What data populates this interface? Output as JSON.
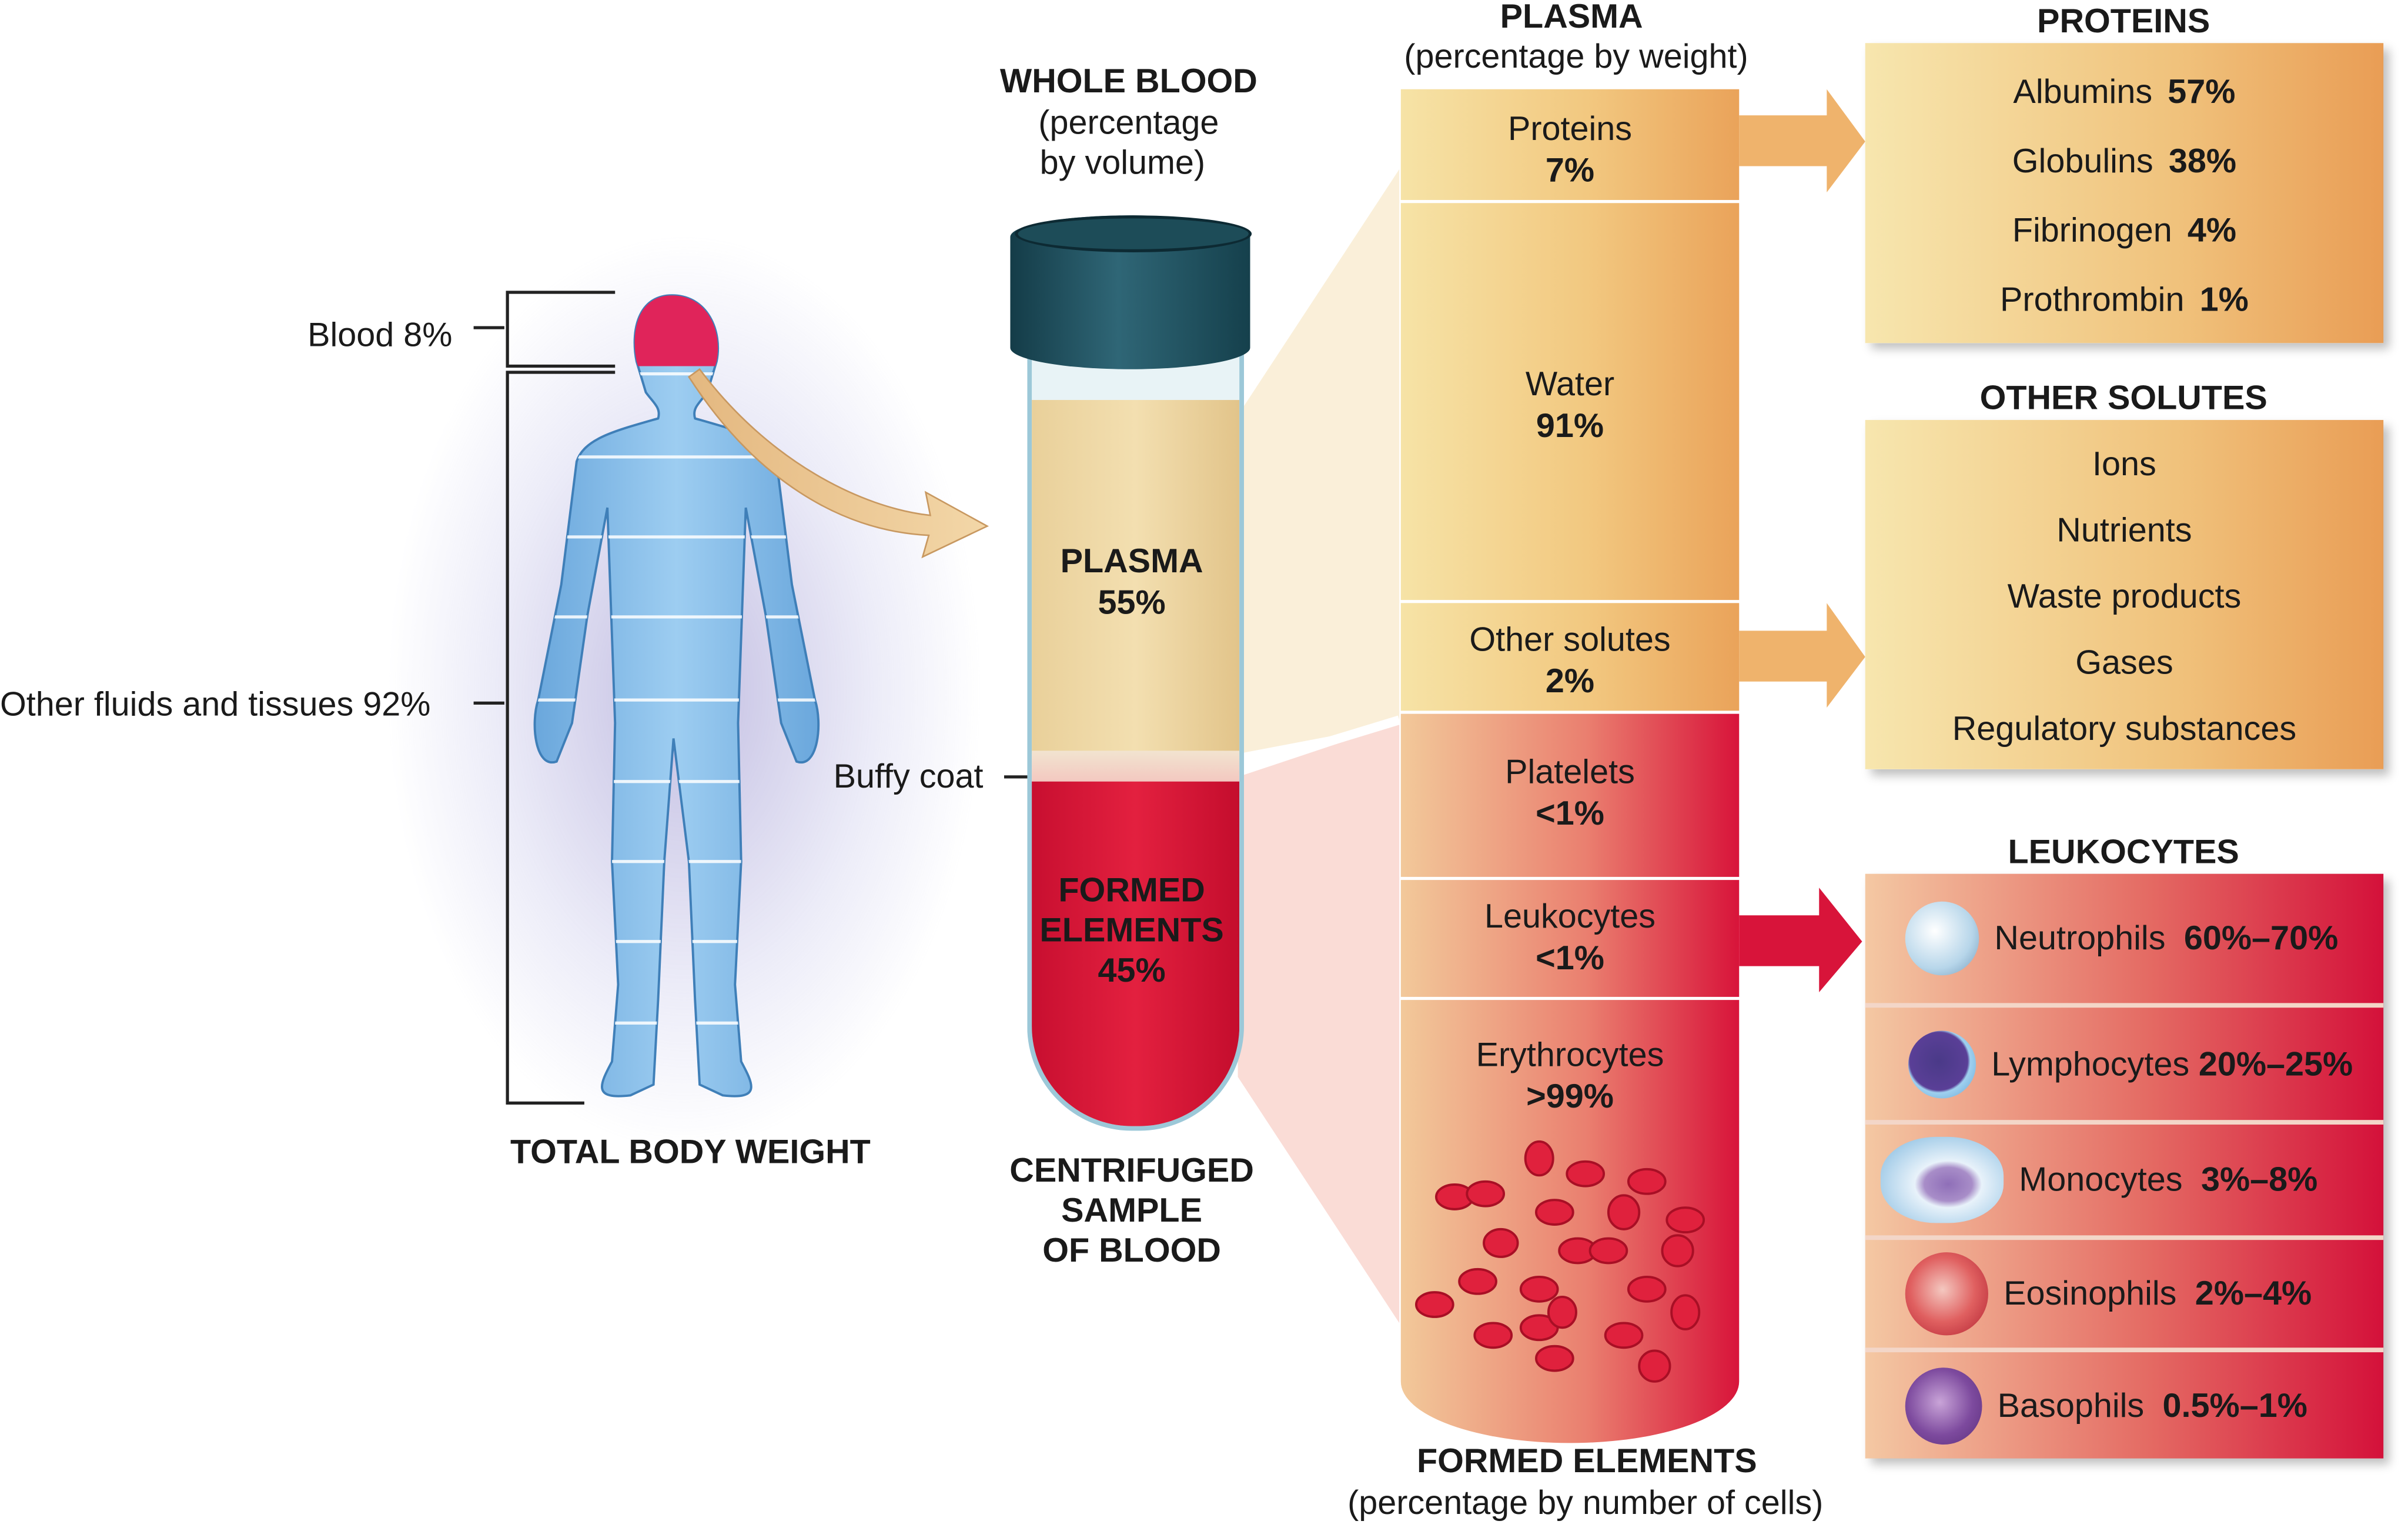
{
  "body": {
    "blood_label": "Blood 8%",
    "other_label": "Other fluids and tissues 92%",
    "title": "TOTAL BODY WEIGHT"
  },
  "tube": {
    "title": "WHOLE BLOOD",
    "subtitle_1": "(percentage",
    "subtitle_2": "by volume)",
    "plasma_label": "PLASMA",
    "plasma_value": "55%",
    "buffy_label": "Buffy coat",
    "formed_label_1": "FORMED",
    "formed_label_2": "ELEMENTS",
    "formed_value": "45%",
    "caption_1": "CENTRIFUGED",
    "caption_2": "SAMPLE",
    "caption_3": "OF BLOOD"
  },
  "column": {
    "plasma_title": "PLASMA",
    "plasma_subtitle": "(percentage by weight)",
    "formed_title": "FORMED ELEMENTS",
    "formed_subtitle": "(percentage by number of cells)",
    "segments": [
      {
        "label": "Proteins",
        "value": "7%"
      },
      {
        "label": "Water",
        "value": "91%"
      },
      {
        "label": "Other solutes",
        "value": "2%"
      },
      {
        "label": "Platelets",
        "value": "<1%"
      },
      {
        "label": "Leukocytes",
        "value": "<1%"
      },
      {
        "label": "Erythrocytes",
        "value": ">99%"
      }
    ]
  },
  "proteins": {
    "title": "PROTEINS",
    "items": [
      {
        "label": "Albumins",
        "value": "57%"
      },
      {
        "label": "Globulins",
        "value": "38%"
      },
      {
        "label": "Fibrinogen",
        "value": "4%"
      },
      {
        "label": "Prothrombin",
        "value": "1%"
      }
    ]
  },
  "other_solutes": {
    "title": "OTHER SOLUTES",
    "items": [
      "Ions",
      "Nutrients",
      "Waste products",
      "Gases",
      "Regulatory substances"
    ]
  },
  "leukocytes": {
    "title": "LEUKOCYTES",
    "items": [
      {
        "label": "Neutrophils",
        "value": "60%–70%"
      },
      {
        "label": "Lymphocytes",
        "value": "20%–25%"
      },
      {
        "label": "Monocytes",
        "value": "3%–8%"
      },
      {
        "label": "Eosinophils",
        "value": "2%–4%"
      },
      {
        "label": "Basophils",
        "value": "0.5%–1%"
      }
    ]
  },
  "colors": {
    "plasma": "#f0c27c",
    "blood": "#d4113a",
    "body": "#8fc3ec"
  }
}
